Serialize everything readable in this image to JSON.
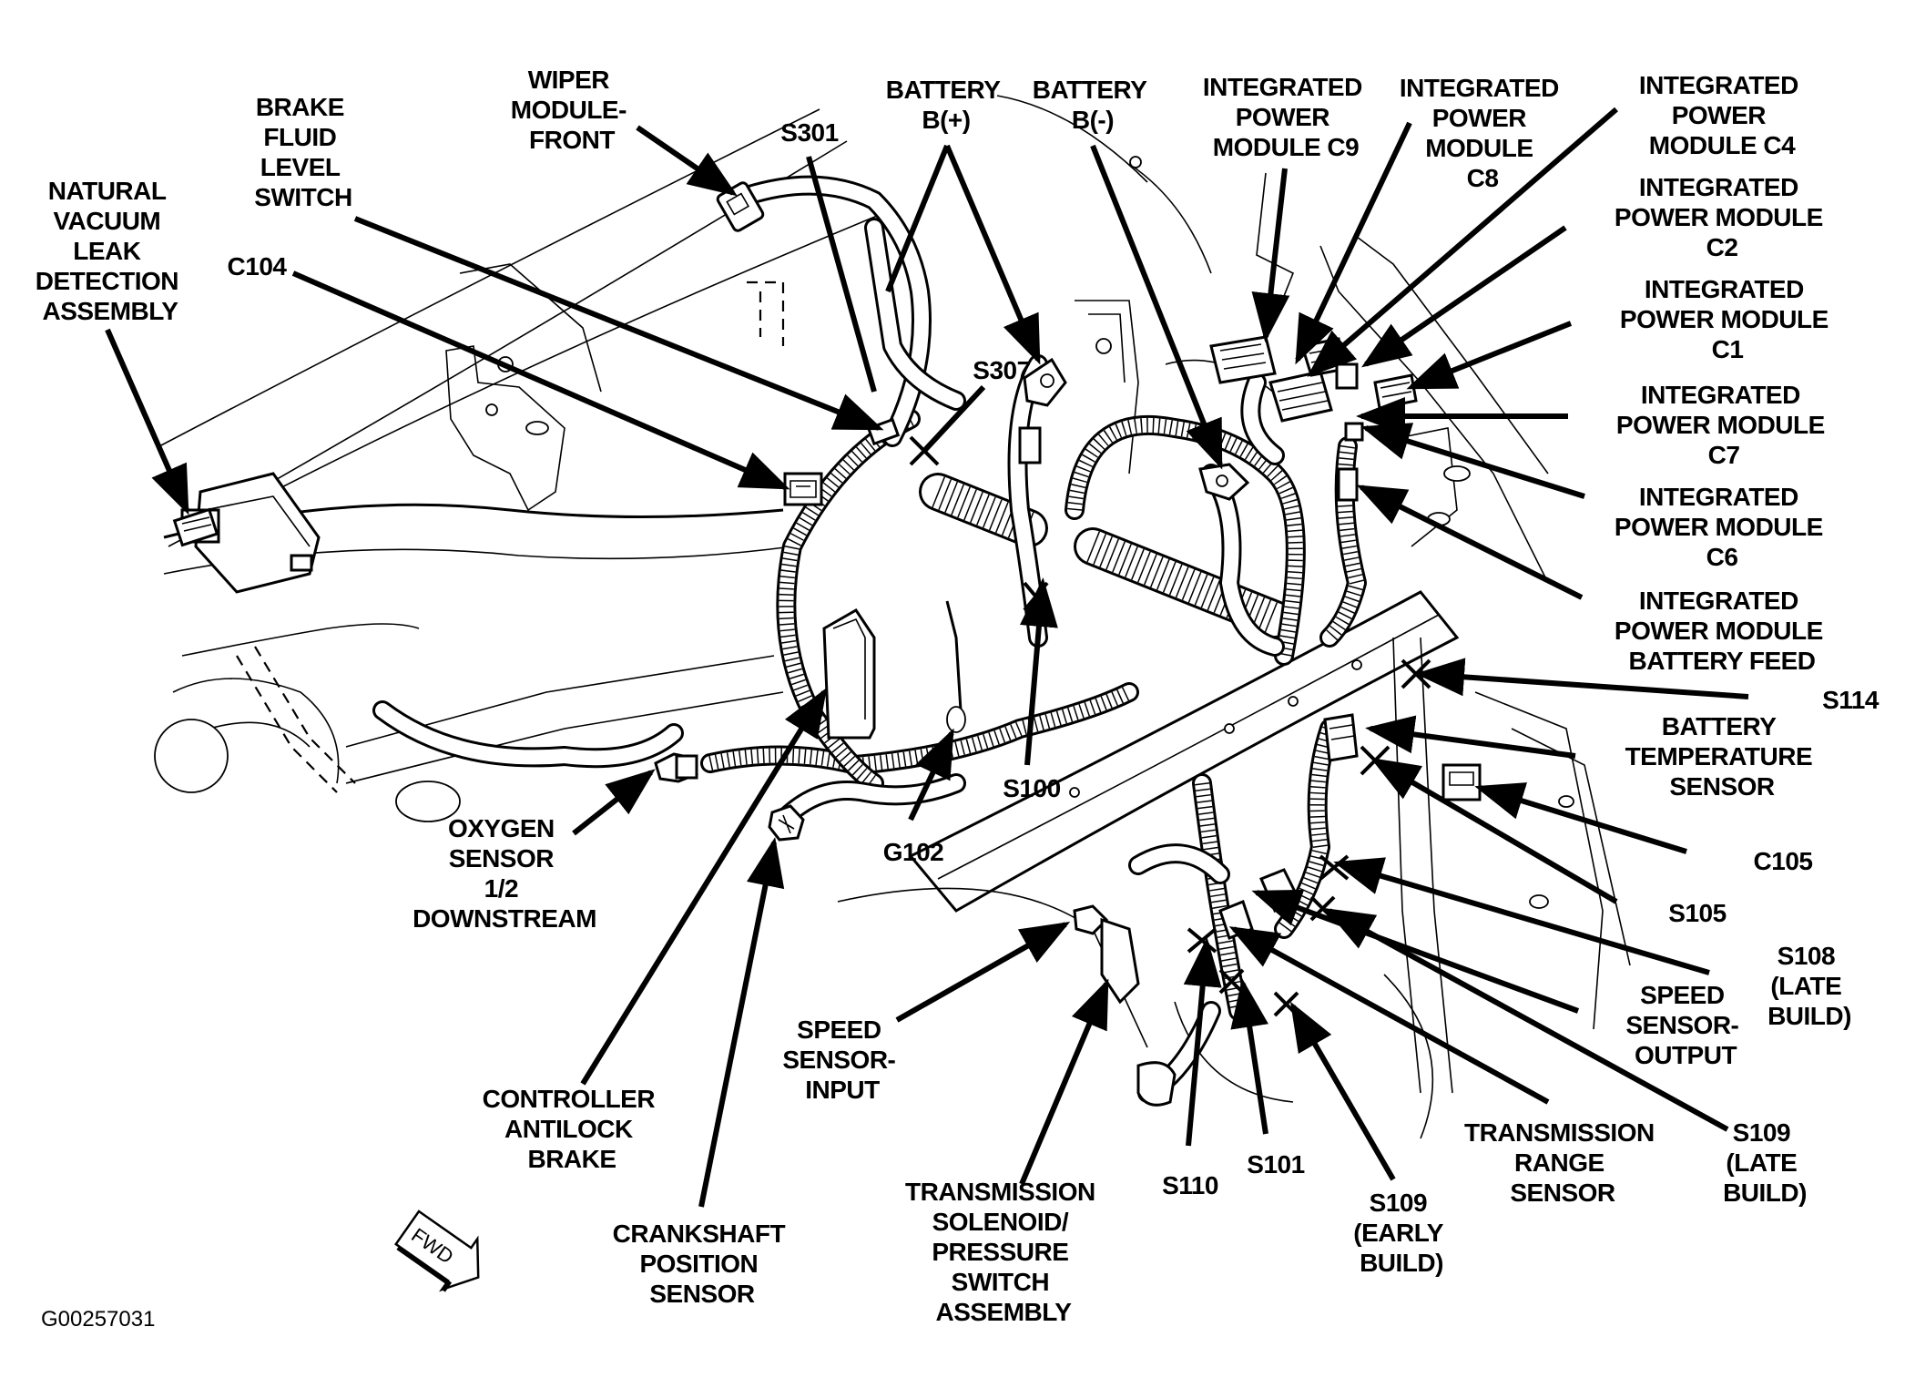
{
  "figure": {
    "id": "G00257031",
    "direction_marker": "FWD"
  },
  "labels": {
    "natural_vacuum_leak": [
      "NATURAL",
      "VACUUM",
      "LEAK",
      "DETECTION",
      "ASSEMBLY"
    ],
    "brake_fluid_level_switch": [
      "BRAKE",
      "FLUID",
      "LEVEL",
      "SWITCH"
    ],
    "wiper_module_front": [
      "WIPER",
      "MODULE-",
      "FRONT"
    ],
    "s301": [
      "S301"
    ],
    "c104": [
      "C104"
    ],
    "battery_positive": [
      "BATTERY",
      "B(+)"
    ],
    "battery_negative": [
      "BATTERY",
      "B(-)"
    ],
    "s307": [
      "S307"
    ],
    "ipm_c9": [
      "INTEGRATED",
      "POWER",
      "MODULE C9"
    ],
    "ipm_c8": [
      "INTEGRATED",
      "POWER",
      "MODULE",
      "C8"
    ],
    "ipm_c4": [
      "INTEGRATED",
      "POWER",
      "MODULE C4"
    ],
    "ipm_c2": [
      "INTEGRATED",
      "POWER MODULE",
      "C2"
    ],
    "ipm_c1": [
      "INTEGRATED",
      "POWER MODULE",
      "C1"
    ],
    "ipm_c7": [
      "INTEGRATED",
      "POWER MODULE",
      "C7"
    ],
    "ipm_c6": [
      "INTEGRATED",
      "POWER MODULE",
      "C6"
    ],
    "ipm_battery_feed": [
      "INTEGRATED",
      "POWER MODULE",
      "BATTERY FEED"
    ],
    "s114": [
      "S114"
    ],
    "battery_temperature_sensor": [
      "BATTERY",
      "TEMPERATURE",
      "SENSOR"
    ],
    "c105": [
      "C105"
    ],
    "s105": [
      "S105"
    ],
    "s108_late": [
      "S108",
      "(LATE",
      "BUILD)"
    ],
    "speed_sensor_output": [
      "SPEED",
      "SENSOR-",
      "OUTPUT"
    ],
    "s109_late": [
      "S109",
      "(LATE",
      "BUILD)"
    ],
    "transmission_range_sensor": [
      "TRANSMISSION",
      "RANGE",
      "SENSOR"
    ],
    "s109_early": [
      "S109",
      "(EARLY",
      "BUILD)"
    ],
    "s101": [
      "S101"
    ],
    "s110": [
      "S110"
    ],
    "transmission_solenoid": [
      "TRANSMISSION",
      "SOLENOID/",
      "PRESSURE",
      "SWITCH",
      "ASSEMBLY"
    ],
    "speed_sensor_input": [
      "SPEED",
      "SENSOR-",
      "INPUT"
    ],
    "crankshaft_position_sensor": [
      "CRANKSHAFT",
      "POSITION",
      "SENSOR"
    ],
    "controller_antilock_brake": [
      "CONTROLLER",
      "ANTILOCK",
      "BRAKE"
    ],
    "oxygen_sensor": [
      "OXYGEN",
      "SENSOR",
      "1/2",
      "DOWNSTREAM"
    ],
    "g102": [
      "G102"
    ],
    "s100": [
      "S100"
    ]
  }
}
